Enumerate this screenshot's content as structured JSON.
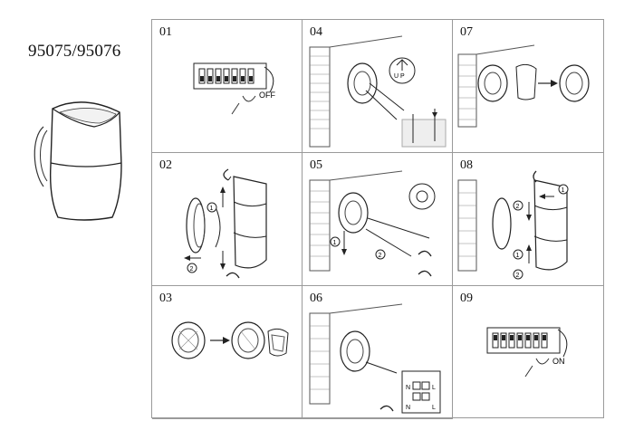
{
  "model_number": "95075/95076",
  "steps": [
    {
      "number": "01",
      "label": "OFF"
    },
    {
      "number": "02",
      "markers": [
        "1",
        "2"
      ]
    },
    {
      "number": "03"
    },
    {
      "number": "04",
      "label": "U P"
    },
    {
      "number": "05",
      "markers": [
        "1",
        "2"
      ]
    },
    {
      "number": "06",
      "terminals": [
        "N",
        "L",
        "N",
        "L"
      ]
    },
    {
      "number": "07"
    },
    {
      "number": "08",
      "markers": [
        "1",
        "2",
        "1",
        "2"
      ]
    },
    {
      "number": "09",
      "label": "ON"
    }
  ]
}
